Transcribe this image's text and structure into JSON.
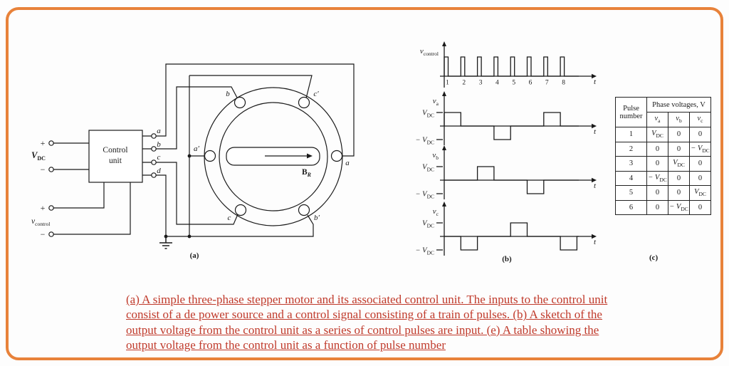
{
  "colors": {
    "border_orange": "#E8823A",
    "ink": "#1b1b1b",
    "caption_red": "#C03A2B",
    "background": "#ffffff"
  },
  "circuit": {
    "control_unit_line1": "Control",
    "control_unit_line2": "unit",
    "vdc_label": {
      "base": "V",
      "sub": "DC"
    },
    "vcontrol_label": {
      "base": "v",
      "sub": "control"
    },
    "plus": "+",
    "minus": "−",
    "terminal_a": "a",
    "terminal_b": "b",
    "terminal_c": "c",
    "terminal_d": "d",
    "coil_b": "b",
    "coil_c_prime": "c′",
    "coil_a_prime": "a′",
    "coil_a": "a",
    "coil_c": "c",
    "coil_b_prime": "b′",
    "rotor_label": {
      "base": "B",
      "sub": "R"
    },
    "sub_caption": "(a)"
  },
  "chart_data": [
    {
      "type": "pulse-train",
      "name": "v_control",
      "ylabel": {
        "base": "v",
        "sub": "control"
      },
      "xlabel": "t",
      "pulse_numbers": [
        "1",
        "2",
        "3",
        "4",
        "5",
        "6",
        "7",
        "8"
      ],
      "num_pulses": 8,
      "pulse_high": 1,
      "pulse_low": 0,
      "note": "train of 8 narrow unit pulses equally spaced in time"
    },
    {
      "type": "step",
      "name": "v_a",
      "ylabel": {
        "base": "v",
        "sub": "a"
      },
      "xlabel": "t",
      "y_unit": "V_DC",
      "yticks": [
        {
          "label": "V_DC",
          "value": 1
        },
        {
          "label": "− V_DC",
          "value": -1
        }
      ],
      "interval_values": [
        1,
        0,
        0,
        -1,
        0,
        0,
        1,
        0
      ],
      "x_intervals": 8
    },
    {
      "type": "step",
      "name": "v_b",
      "ylabel": {
        "base": "v",
        "sub": "b"
      },
      "xlabel": "t",
      "y_unit": "V_DC",
      "yticks": [
        {
          "label": "V_DC",
          "value": 1
        },
        {
          "label": "− V_DC",
          "value": -1
        }
      ],
      "interval_values": [
        0,
        0,
        1,
        0,
        0,
        -1,
        0,
        0
      ],
      "x_intervals": 8
    },
    {
      "type": "step",
      "name": "v_c",
      "ylabel": {
        "base": "v",
        "sub": "c"
      },
      "xlabel": "t",
      "y_unit": "V_DC",
      "yticks": [
        {
          "label": "V_DC",
          "value": 1
        },
        {
          "label": "− V_DC",
          "value": -1
        }
      ],
      "interval_values": [
        0,
        -1,
        0,
        0,
        1,
        0,
        0,
        -1
      ],
      "x_intervals": 8
    }
  ],
  "waveforms": {
    "sub_caption": "(b)"
  },
  "table": {
    "sub_caption": "(c)",
    "row_header": "Pulse number",
    "header_group": "Phase voltages, V",
    "columns": [
      "v_a",
      "v_b",
      "v_c"
    ],
    "rows": [
      [
        "1",
        "V_DC",
        "0",
        "0"
      ],
      [
        "2",
        "0",
        "0",
        "− V_DC"
      ],
      [
        "3",
        "0",
        "V_DC",
        "0"
      ],
      [
        "4",
        "− V_DC",
        "0",
        "0"
      ],
      [
        "5",
        "0",
        "0",
        "V_DC"
      ],
      [
        "6",
        "0",
        "− V_DC",
        "0"
      ]
    ]
  },
  "caption_lines": [
    "(a) A simple three-phase stepper motor and its associated control unit. The inputs to the control unit",
    "consist of a de power source and a control signal consisting of a train of pulses. (b) A sketch of the",
    "output voltage from the control unit as a series of control pulses are input. (e) A table showing the",
    "output voltage from the control unit as a function of pulse number"
  ]
}
